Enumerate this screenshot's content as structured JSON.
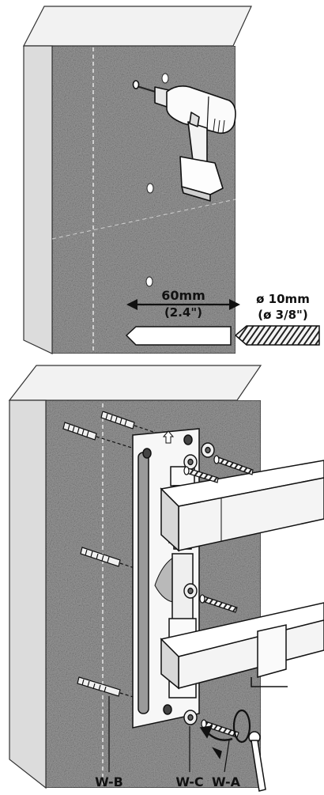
{
  "top_panel": {
    "depth_label": "60mm",
    "depth_label_in": "(2.4\")",
    "bit_label": "ø 10mm",
    "bit_label_in": "(ø 3/8\")"
  },
  "bottom_panel": {
    "labels": {
      "wb": "W-B",
      "wc": "W-C",
      "wa": "W-A"
    }
  },
  "colors": {
    "wall_face": "#9a9a9a",
    "wall_side": "#dcdcdc",
    "wall_top": "#f2f2f2",
    "ink": "#111111"
  }
}
